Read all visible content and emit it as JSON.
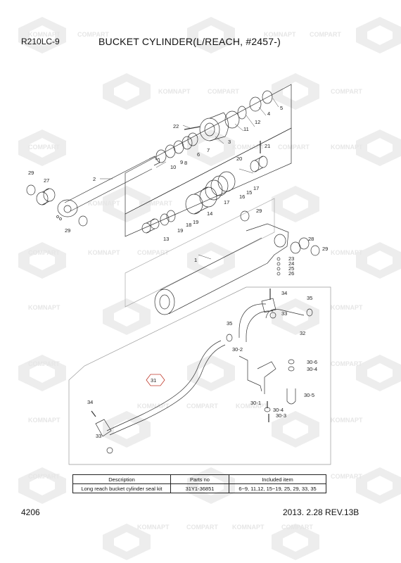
{
  "header": {
    "model": "R210LC-9",
    "title": "BUCKET CYLINDER(L/REACH, #2457-)"
  },
  "watermark": {
    "brand_a": "KOMNAPT",
    "brand_b": "COMPART"
  },
  "callouts": {
    "c2": "2",
    "c3": "3",
    "c4": "4",
    "c5": "5",
    "c6": "6",
    "c7": "7",
    "c8": "8",
    "c9": "9",
    "c10": "10",
    "c11": "11",
    "c12": "12",
    "c13": "13",
    "c14": "14",
    "c15": "15",
    "c16": "16",
    "c17a": "17",
    "c17b": "17",
    "c18": "18",
    "c19a": "19",
    "c19b": "19",
    "c20": "20",
    "c21": "21",
    "c22": "22",
    "c23": "23",
    "c24": "24",
    "c25": "25",
    "c26": "26",
    "c27": "27",
    "c28": "28",
    "c29a": "29",
    "c29b": "29",
    "c29c": "29",
    "c29d": "29",
    "c1": "1",
    "c31": "31",
    "c32": "32",
    "c33a": "33",
    "c33b": "33",
    "c34a": "34",
    "c34b": "34",
    "c35a": "35",
    "c35b": "35",
    "c30_2": "30-2",
    "c30_6": "30-6",
    "c30_4a": "30-4",
    "c30_4b": "30-4",
    "c30_5": "30-5",
    "c30_1": "30-1",
    "c30_3": "30-3"
  },
  "kit_table": {
    "headers": [
      "Description",
      "Parts no",
      "Included item"
    ],
    "row": [
      "Long reach bucket cylinder seal kit",
      "31Y1-36851",
      "6~9, 11,12, 15~19, 25, 29, 33, 35"
    ]
  },
  "footer": {
    "page_number": "4206",
    "revision": "2013. 2.28  REV.13B"
  }
}
